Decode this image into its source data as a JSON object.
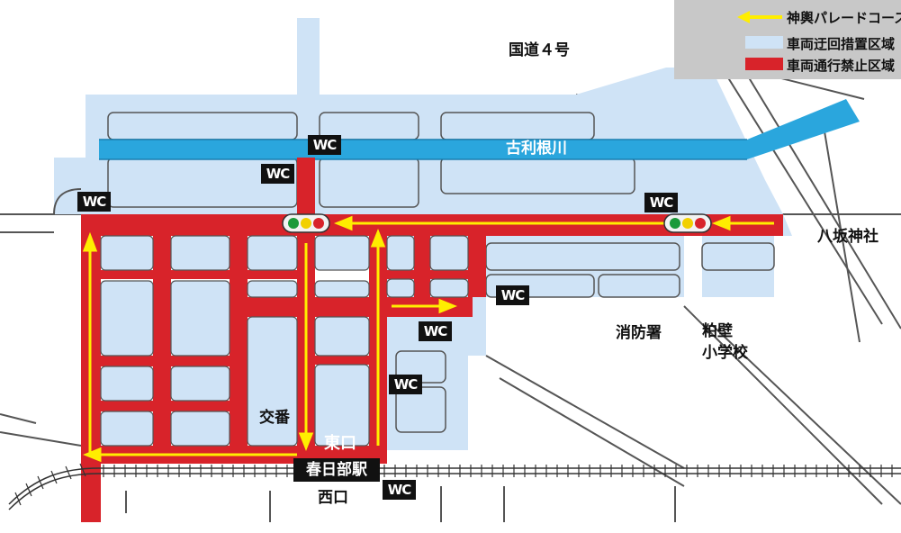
{
  "legend": {
    "parade_course": "神輿パレードコース",
    "detour_zone": "車両迂回措置区域",
    "no_traffic_zone": "車両通行禁止区域"
  },
  "labels": {
    "route4": "国道４号",
    "river": "古利根川",
    "shrine": "八坂神社",
    "fire_station": "消防署",
    "school_line1": "粕壁",
    "school_line2": "小学校",
    "police_box": "交番",
    "east_exit": "東口",
    "station": "春日部駅",
    "west_exit": "西口"
  },
  "wc": "WC",
  "colors": {
    "detour": "#cfe3f6",
    "no_traffic": "#d8232a",
    "parade": "#ffee00",
    "river": "#2aa6dd",
    "road_line": "#555555"
  }
}
